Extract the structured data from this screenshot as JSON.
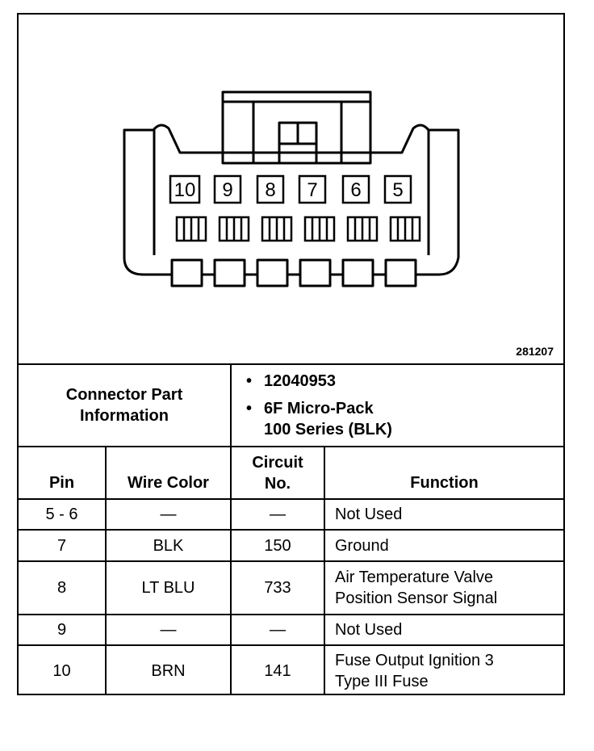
{
  "figure_id": "281207",
  "connector": {
    "pins": [
      "10",
      "9",
      "8",
      "7",
      "6",
      "5"
    ]
  },
  "part_info": {
    "label_line1": "Connector Part",
    "label_line2": "Information",
    "part_number": "12040953",
    "description_line1": "6F Micro-Pack",
    "description_line2": "100 Series (BLK)"
  },
  "table": {
    "headers": {
      "pin": "Pin",
      "wire_color": "Wire Color",
      "circuit_line1": "Circuit",
      "circuit_line2": "No.",
      "function": "Function"
    },
    "rows": [
      {
        "pin": "5 - 6",
        "wire_color": "—",
        "circuit": "—",
        "function_line1": "Not Used",
        "function_line2": ""
      },
      {
        "pin": "7",
        "wire_color": "BLK",
        "circuit": "150",
        "function_line1": "Ground",
        "function_line2": ""
      },
      {
        "pin": "8",
        "wire_color": "LT BLU",
        "circuit": "733",
        "function_line1": "Air Temperature Valve",
        "function_line2": "Position Sensor Signal"
      },
      {
        "pin": "9",
        "wire_color": "—",
        "circuit": "—",
        "function_line1": "Not Used",
        "function_line2": ""
      },
      {
        "pin": "10",
        "wire_color": "BRN",
        "circuit": "141",
        "function_line1": "Fuse Output Ignition 3",
        "function_line2": "Type III Fuse"
      }
    ]
  }
}
